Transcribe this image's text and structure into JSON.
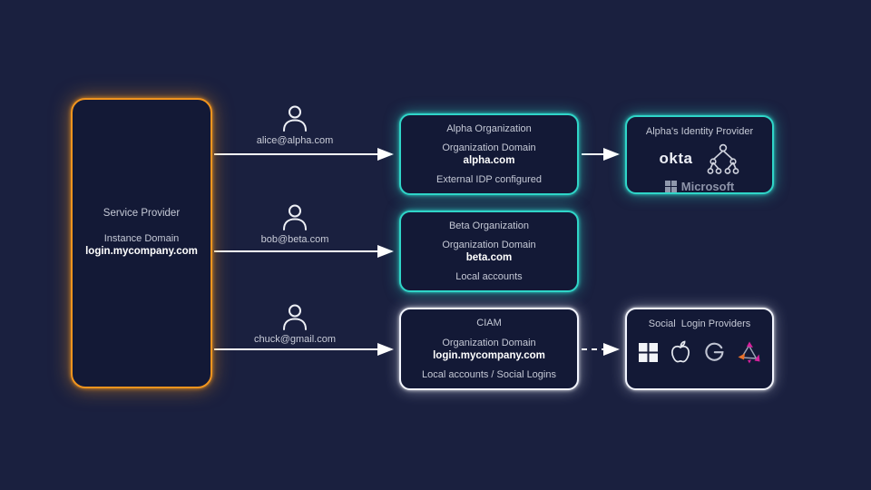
{
  "colors": {
    "background": "#1a203f",
    "box_fill": "#131936",
    "teal_border": "#2fd5c8",
    "orange_border": "#f0941e",
    "white_border": "#f2f5ff",
    "arrow": "#ffffff",
    "text_muted": "#c5c9d6",
    "text_bold": "#ffffff"
  },
  "service_provider": {
    "title": "Service Provider",
    "domain_label": "Instance Domain",
    "domain": "login.mycompany.com"
  },
  "users": [
    {
      "email": "alice@alpha.com"
    },
    {
      "email": "bob@beta.com"
    },
    {
      "email": "chuck@gmail.com"
    }
  ],
  "organizations": [
    {
      "title": "Alpha Organization",
      "domain_label": "Organization Domain",
      "domain": "alpha.com",
      "footer": "External IDP configured"
    },
    {
      "title": "Beta Organization",
      "domain_label": "Organization Domain",
      "domain": "beta.com",
      "footer": "Local accounts"
    },
    {
      "title": "CIAM",
      "domain_label": "Organization Domain",
      "domain": "login.mycompany.com",
      "footer": "Local accounts / Social Logins"
    }
  ],
  "identity_provider": {
    "title": "Alpha's Identity Provider",
    "okta_label": "okta",
    "microsoft_label": "Microsoft",
    "icons": [
      "okta-logo",
      "directory-tree-icon",
      "microsoft-logo"
    ]
  },
  "social_providers": {
    "title": "Social  Login Providers",
    "icons": [
      "windows-icon",
      "apple-icon",
      "google-icon",
      "colorful-triangle-icon"
    ]
  }
}
